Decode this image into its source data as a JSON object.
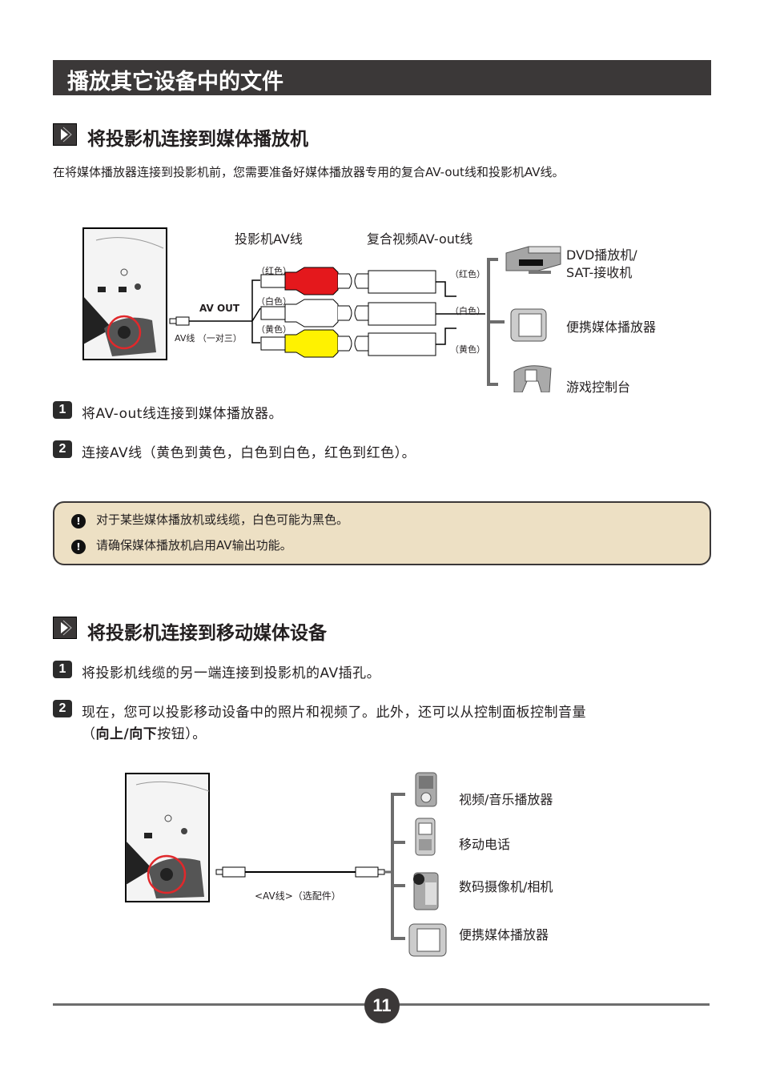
{
  "page_title": "播放其它设备中的文件",
  "section1": {
    "title": "将投影机连接到媒体播放机",
    "intro": "在将媒体播放器连接到投影机前，您需要准备好媒体播放器专用的复合AV-out线和投影机AV线。",
    "diagram": {
      "label_projector_cable": "投影机AV线",
      "label_composite_cable": "复合视频AV-out线",
      "label_av_out": "AV OUT",
      "label_av_cable": "AV线 （一对三）",
      "plug_left_red": "（红色）",
      "plug_left_white": "（白色）",
      "plug_left_yellow": "（黄色）",
      "plug_right_red": "（红色）",
      "plug_right_white": "（白色）",
      "plug_right_yellow": "（黄色）",
      "device_dvd_line1": "DVD播放机/",
      "device_dvd_line2": "SAT-接收机",
      "device_portable": "便携媒体播放器",
      "device_game": "游戏控制台"
    },
    "steps": [
      {
        "num": "1",
        "text": "将AV-out线连接到媒体播放器。"
      },
      {
        "num": "2",
        "text": "连接AV线（黄色到黄色，白色到白色，红色到红色）。"
      }
    ],
    "notes": [
      {
        "icon": "!",
        "text": "对于某些媒体播放机或线缆，白色可能为黑色。"
      },
      {
        "icon": "!",
        "text": "请确保媒体播放机启用AV输出功能。"
      }
    ]
  },
  "section2": {
    "title": "将投影机连接到移动媒体设备",
    "steps": [
      {
        "num": "1",
        "text": "将投影机线缆的另一端连接到投影机的AV插孔。"
      },
      {
        "num": "2",
        "text_line1": "现在，您可以投影移动设备中的照片和视频了。此外，还可以从控制面板控制音量",
        "text_line2_pre": "（",
        "text_line2_bold": "向上/向下",
        "text_line2_post": "按钮）。"
      }
    ],
    "diagram": {
      "label_av_cable": "<AV线>（选配件）",
      "device_music": "视频/音乐播放器",
      "device_phone": "移动电话",
      "device_camera": "数码摄像机/相机",
      "device_portable": "便携媒体播放器"
    }
  },
  "page_number": "11",
  "colors": {
    "bar": "#3b3838",
    "note_bg": "#ede0c4",
    "red_plug": "#e4181c",
    "yellow_plug": "#fff200",
    "highlight_circle": "#e0282b"
  }
}
